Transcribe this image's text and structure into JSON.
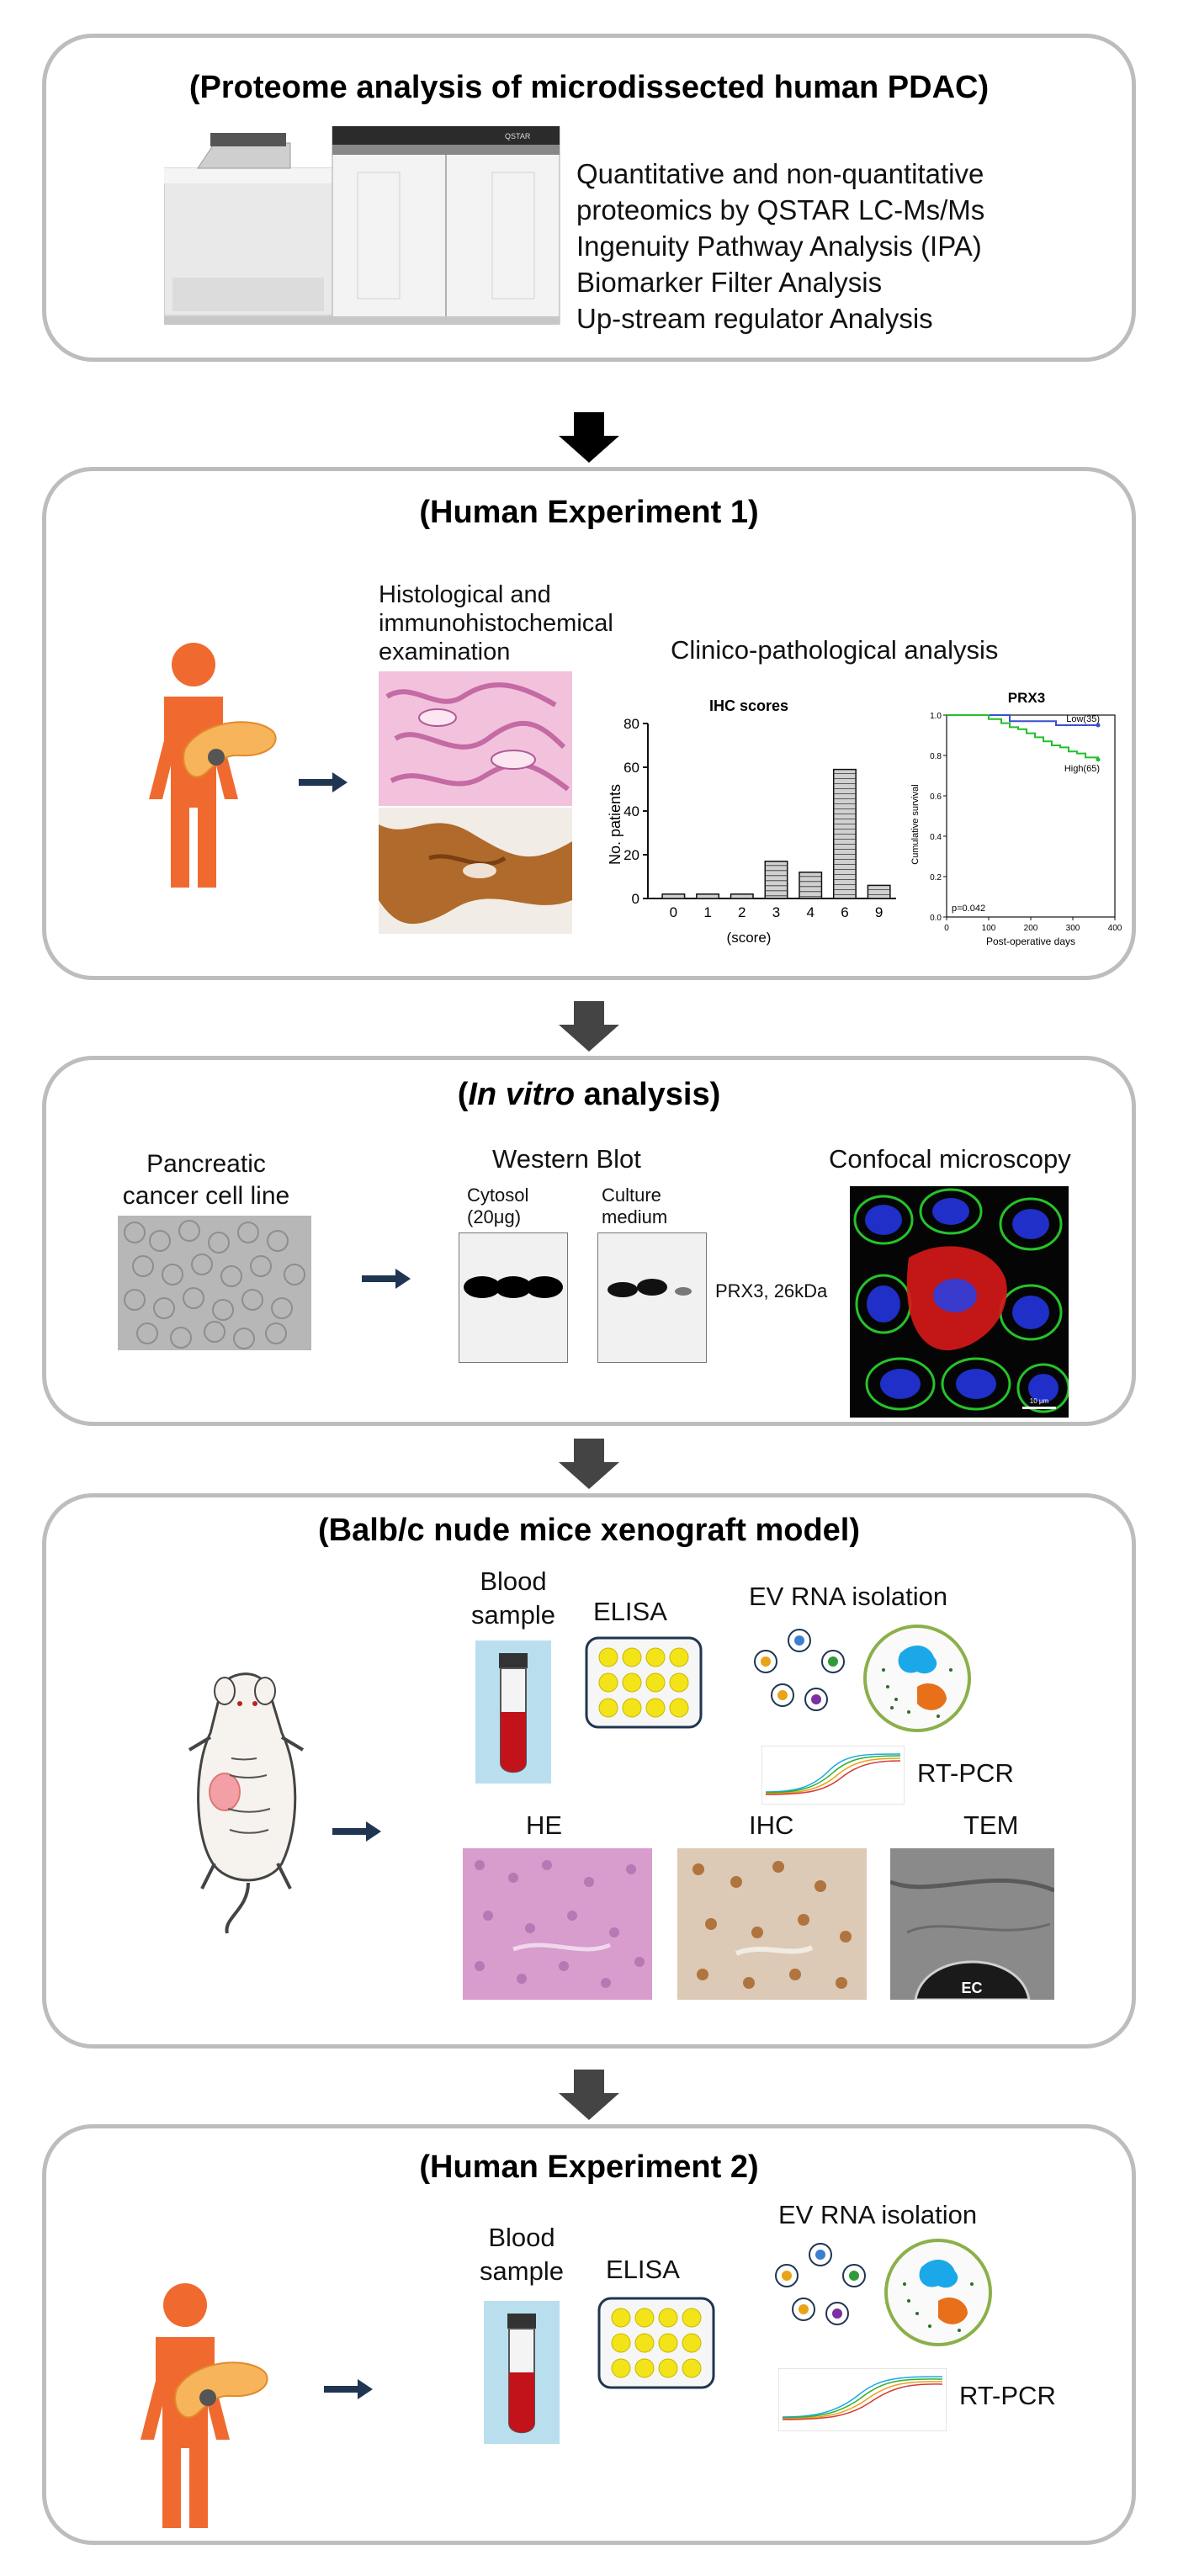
{
  "panel1": {
    "title": "(Proteome analysis of microdissected human PDAC)",
    "instrument_brand": "QSTAR",
    "lines": [
      "Quantitative and non-quantitative",
      "proteomics by QSTAR LC-Ms/Ms",
      "Ingenuity Pathway Analysis (IPA)",
      "Biomarker Filter Analysis",
      "Up-stream regulator Analysis"
    ]
  },
  "panel2": {
    "title": "(Human Experiment 1)",
    "histology_label_lines": [
      "Histological and",
      "immunohistochemical",
      "examination"
    ],
    "clinico_label": "Clinico-pathological analysis"
  },
  "panel3": {
    "title_open": "(",
    "title_italic": "In vitro",
    "title_rest": " analysis)",
    "cell_line_lines": [
      "Pancreatic",
      "cancer cell line"
    ],
    "western_label": "Western Blot",
    "cytosol_lines": [
      "Cytosol",
      "(20μg)"
    ],
    "culture_lines": [
      "Culture",
      "medium"
    ],
    "band_label": "PRX3, 26kDa",
    "confocal_label": "Confocal microscopy",
    "scale_text": "10 μm"
  },
  "panel4": {
    "title": "(Balb/c nude mice xenograft model)",
    "blood_lines": [
      "Blood",
      "sample"
    ],
    "elisa": "ELISA",
    "ev_rna": "EV RNA isolation",
    "rtpcr": "RT-PCR",
    "he": "HE",
    "ihc": "IHC",
    "tem": "TEM",
    "tem_ec": "EC"
  },
  "panel5": {
    "title": "(Human Experiment 2)",
    "blood_lines": [
      "Blood",
      "sample"
    ],
    "elisa": "ELISA",
    "ev_rna": "EV RNA isolation",
    "rtpcr": "RT-PCR"
  },
  "chart_data": [
    {
      "type": "bar",
      "title": "IHC scores",
      "xlabel": "(score)",
      "ylabel": "No. patients",
      "categories": [
        "0",
        "1",
        "2",
        "3",
        "4",
        "6",
        "9"
      ],
      "values": [
        2,
        2,
        2,
        17,
        12,
        59,
        6
      ],
      "ylim": [
        0,
        80
      ],
      "yticks": [
        0,
        20,
        40,
        60,
        80
      ],
      "grid": false,
      "colors": {
        "bar": "#d0d0d0",
        "edge": "#111111"
      }
    },
    {
      "type": "line",
      "title": "PRX3",
      "xlabel": "Post-operative days",
      "ylabel": "Cumulative survival",
      "annotation": "p=0.042",
      "xlim": [
        0,
        400
      ],
      "ylim": [
        0,
        1.0
      ],
      "xticks": [
        0,
        100,
        200,
        300,
        400
      ],
      "yticks": [
        0.0,
        0.2,
        0.4,
        0.6,
        0.8,
        1.0
      ],
      "series": [
        {
          "name": "Low(35)",
          "color": "#3a4fd0",
          "x": [
            0,
            140,
            150,
            220,
            260,
            280,
            360
          ],
          "y": [
            1.0,
            1.0,
            0.97,
            0.97,
            0.95,
            0.95,
            0.95
          ]
        },
        {
          "name": "High(65)",
          "color": "#22c02a",
          "x": [
            0,
            90,
            100,
            130,
            150,
            170,
            190,
            210,
            230,
            250,
            270,
            290,
            310,
            330,
            360
          ],
          "y": [
            1.0,
            1.0,
            0.98,
            0.96,
            0.94,
            0.93,
            0.91,
            0.89,
            0.87,
            0.85,
            0.84,
            0.82,
            0.81,
            0.79,
            0.78
          ]
        }
      ]
    }
  ]
}
